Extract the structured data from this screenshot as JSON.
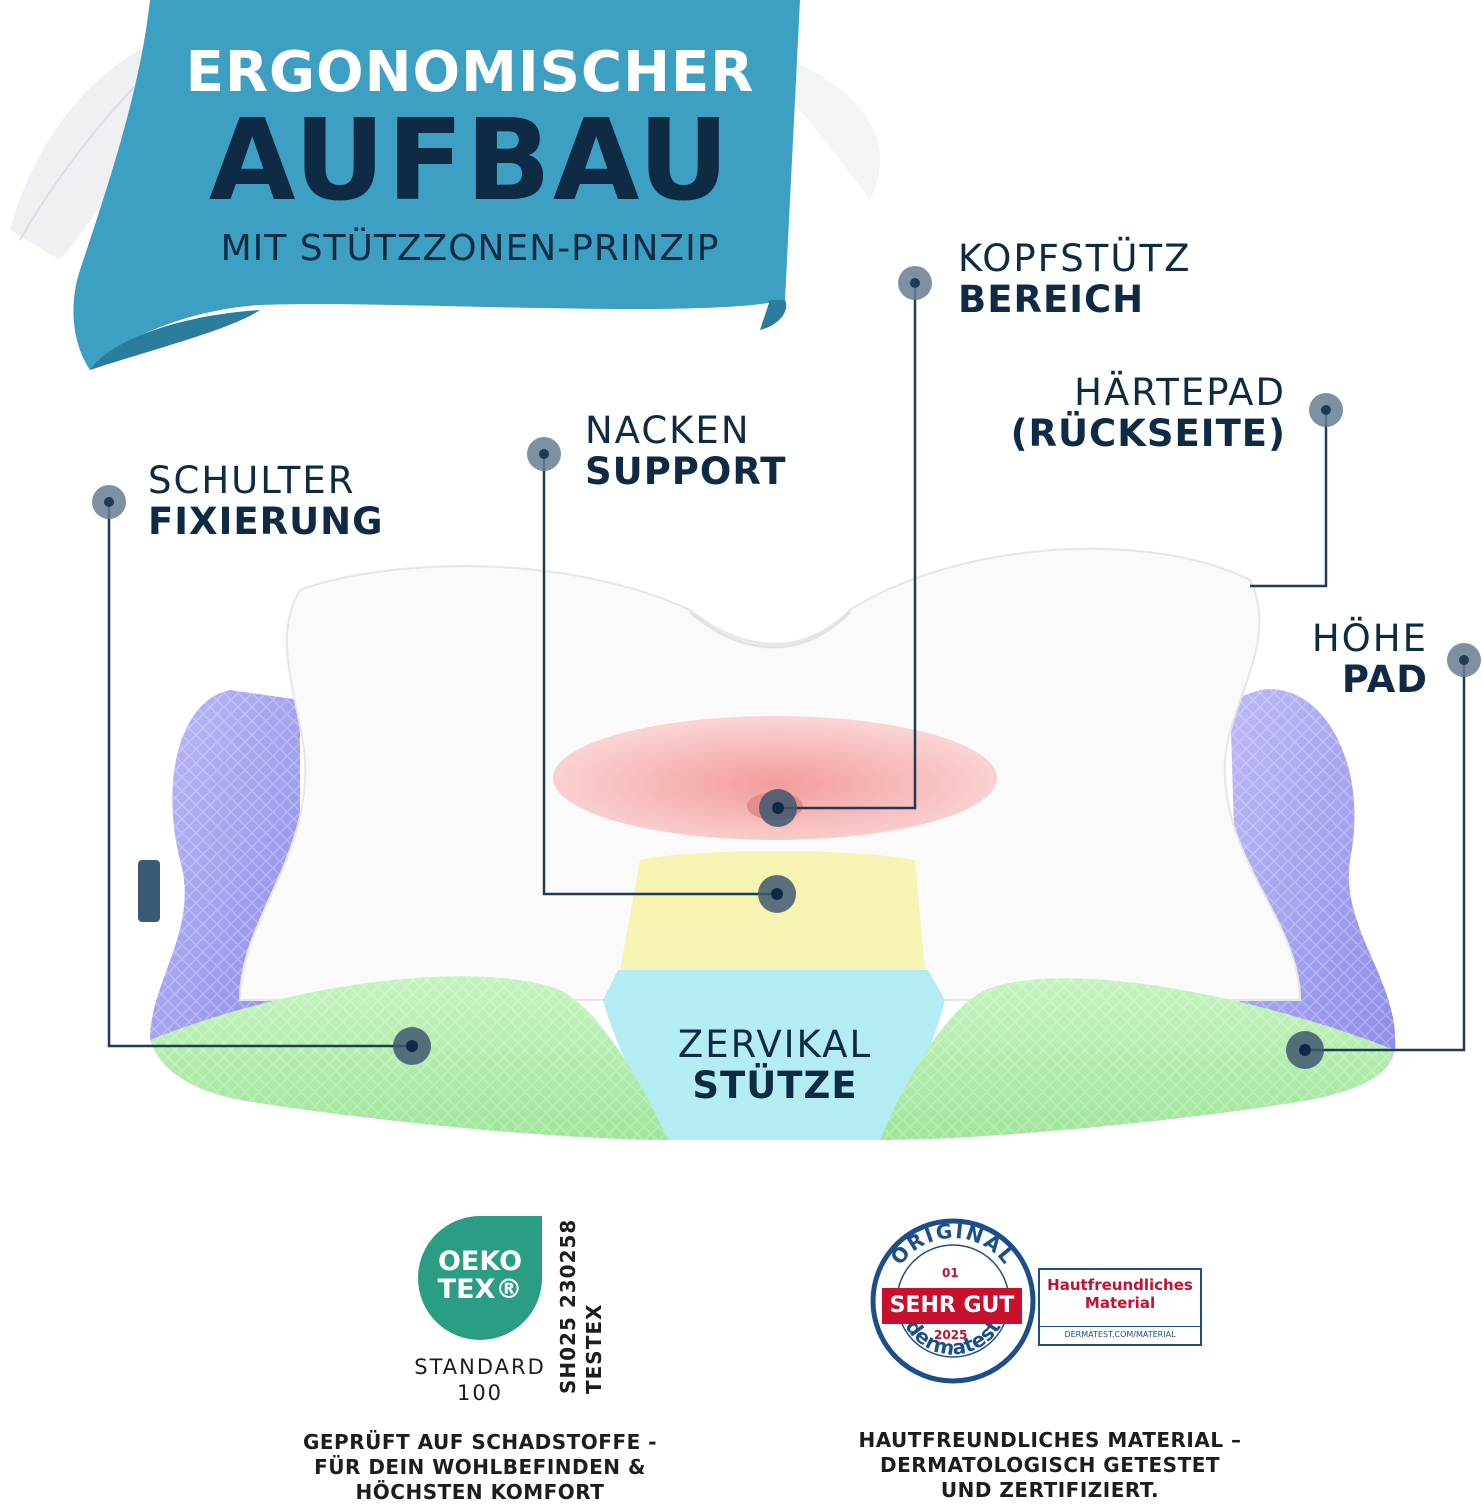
{
  "banner": {
    "title_line1": "ERGONOMISCHER",
    "title_line2": "AUFBAU",
    "subtitle": "MIT STÜTZZONEN-PRINZIP",
    "color": "#3d9fc2"
  },
  "callouts": {
    "kopf": {
      "line1": "KOPFSTÜTZ",
      "line2": "BEREICH"
    },
    "haerte": {
      "line1": "HÄRTEPAD",
      "line2": "(RÜCKSEITE)"
    },
    "nacken": {
      "line1": "NACKEN",
      "line2": "SUPPORT"
    },
    "schulter": {
      "line1": "SCHULTER",
      "line2": "FIXIERUNG"
    },
    "hoehe": {
      "line1": "HÖHE",
      "line2": "PAD"
    },
    "zervikal": {
      "line1": "ZERVIKAL",
      "line2": "STÜTZE"
    }
  },
  "zone_colors": {
    "head": "#f6b9b9",
    "neck": "#f7f3b2",
    "cervical": "#b3ecf3",
    "shoulder": "#b7efb1",
    "side": "#a9a8f3",
    "marker": "#1f3b55"
  },
  "oeko": {
    "logo_line1": "OEKO",
    "logo_line2": "TEX®",
    "standard_line1": "STANDARD",
    "standard_line2": "100",
    "code_line1": "SH025 230258",
    "code_line2": "TESTEX",
    "caption_line1": "GEPRÜFT AUF SCHADSTOFFE -",
    "caption_line2": "FÜR DEIN WOHLBEFINDEN &",
    "caption_line3": "HÖCHSTEN KOMFORT",
    "color": "#2a9d84"
  },
  "dermatest": {
    "original": "ORIGINAL",
    "year_top": "01",
    "rating": "SEHR GUT",
    "year": "2025",
    "brand": "dermatest",
    "box_line1": "Hautfreundliches",
    "box_line2": "Material",
    "box_url": "DERMATEST.COM/MATERIAL",
    "caption_line1": "HAUTFREUNDLICHES MATERIAL –",
    "caption_line2": "DERMATOLOGISCH GETESTET",
    "caption_line3": "UND ZERTIFIZIERT."
  }
}
